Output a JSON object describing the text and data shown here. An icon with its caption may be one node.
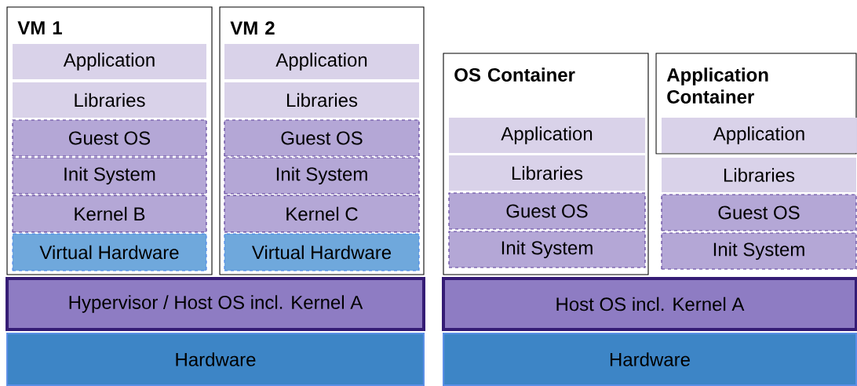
{
  "diagram": {
    "nodes": [
      {
        "text": [
          "VM 1"
        ]
      },
      {
        "text": [
          "Application"
        ],
        "in": 0
      },
      {
        "text": [
          "Libraries"
        ],
        "in": 0
      },
      {
        "text": [
          "Guest OS"
        ],
        "in": 0
      },
      {
        "text": [
          "Init System"
        ],
        "in": 0
      },
      {
        "text": [
          "Kernel B"
        ],
        "in": 0
      },
      {
        "text": [
          "Virtual Hardware"
        ],
        "in": 0
      },
      {
        "text": [
          "VM 2"
        ]
      },
      {
        "text": [
          "Application"
        ],
        "in": 7
      },
      {
        "text": [
          "Libraries"
        ],
        "in": 7
      },
      {
        "text": [
          "Guest OS"
        ],
        "in": 7
      },
      {
        "text": [
          "Init System"
        ],
        "in": 7
      },
      {
        "text": [
          "Kernel C"
        ],
        "in": 7
      },
      {
        "text": [
          "Virtual Hardware"
        ],
        "in": 7
      },
      {
        "text": [
          "Hypervisor / Host OS incl. Kernel A"
        ]
      },
      {
        "text": [
          "Hardware"
        ]
      },
      {
        "text": [
          "OS Container"
        ]
      },
      {
        "text": [
          "Application"
        ],
        "in": 16
      },
      {
        "text": [
          "Libraries"
        ],
        "in": 16
      },
      {
        "text": [
          "Guest OS"
        ],
        "in": 16
      },
      {
        "text": [
          "Init System"
        ],
        "in": 16
      },
      {
        "text": [
          "Application Container"
        ]
      },
      {
        "text": [
          "Application"
        ],
        "in": 21
      },
      {
        "text": [
          "Libraries"
        ]
      },
      {
        "text": [
          "Guest OS"
        ]
      },
      {
        "text": [
          "Init System"
        ]
      },
      {
        "text": [
          "Host OS incl. Kernel A"
        ]
      },
      {
        "text": [
          "Hardware"
        ]
      }
    ]
  }
}
